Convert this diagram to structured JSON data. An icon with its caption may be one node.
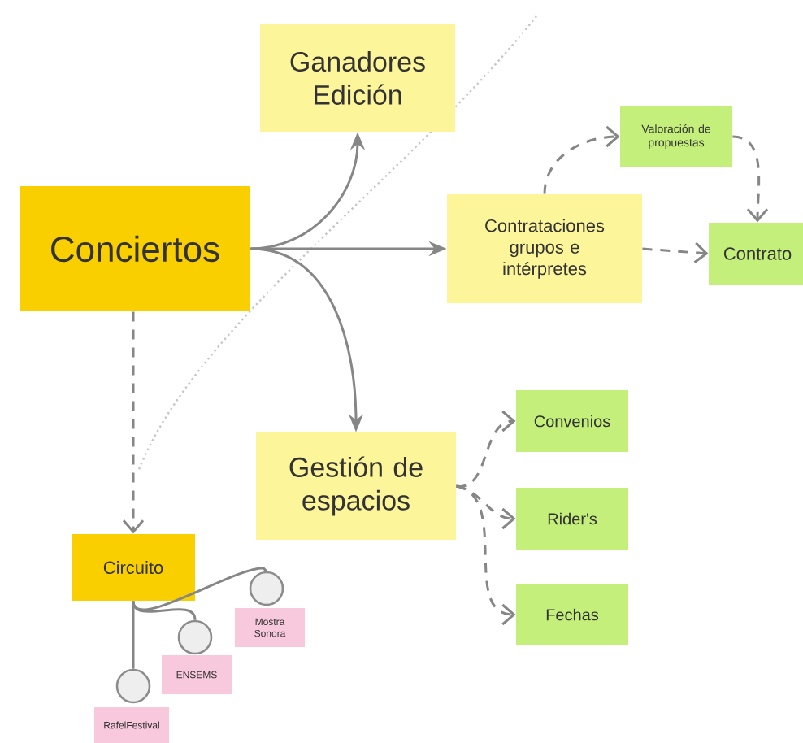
{
  "diagram": {
    "nodes": [
      {
        "text": [
          "Conciertos"
        ]
      },
      {
        "text": [
          "Ganadores Edición"
        ]
      },
      {
        "text": [
          "Contrataciones grupos e intérpretes"
        ]
      },
      {
        "text": [
          "Valoración de propuestas"
        ]
      },
      {
        "text": [
          "Contrato"
        ]
      },
      {
        "text": [
          "Gestión de espacios"
        ]
      },
      {
        "text": [
          "Convenios"
        ]
      },
      {
        "text": [
          "Rider's"
        ]
      },
      {
        "text": [
          "Fechas"
        ]
      },
      {
        "text": [
          "Circuito"
        ]
      },
      {
        "text": [],
        "shape": "circle"
      },
      {
        "text": [
          "Mostra Sonora"
        ]
      },
      {
        "text": [],
        "shape": "circle"
      },
      {
        "text": [
          "ENSEMS"
        ]
      },
      {
        "text": [],
        "shape": "circle"
      },
      {
        "text": [
          "RafelFestival"
        ]
      }
    ],
    "edges": [
      {
        "from": 0,
        "to": 1,
        "arrow": "to"
      },
      {
        "from": 0,
        "to": 2,
        "arrow": "to"
      },
      {
        "from": 0,
        "to": 5,
        "arrow": "to"
      },
      {
        "from": 0,
        "to": 9,
        "arrow": "to",
        "style": "dashed"
      },
      {
        "from": 2,
        "to": 3,
        "arrow": "to",
        "style": "dashed"
      },
      {
        "from": 3,
        "to": 4,
        "arrow": "to",
        "style": "dashed"
      },
      {
        "from": 2,
        "to": 4,
        "arrow": "to",
        "style": "dashed"
      },
      {
        "from": 5,
        "to": 6,
        "arrow": "to",
        "style": "dashed"
      },
      {
        "from": 5,
        "to": 7,
        "arrow": "to",
        "style": "dashed"
      },
      {
        "from": 5,
        "to": 8,
        "arrow": "to",
        "style": "dashed"
      },
      {
        "from": 9,
        "to": 10,
        "arrow": "none"
      },
      {
        "from": 9,
        "to": 12,
        "arrow": "none"
      },
      {
        "from": 9,
        "to": 14,
        "arrow": "none"
      }
    ]
  }
}
